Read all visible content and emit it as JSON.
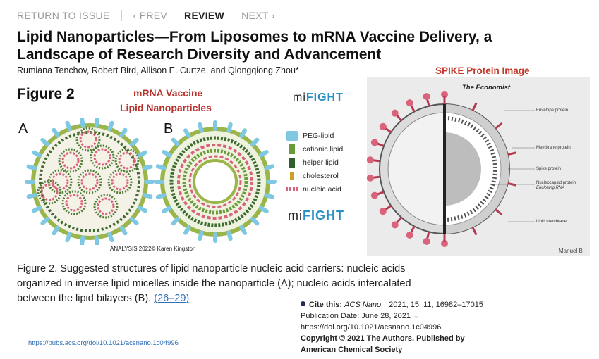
{
  "nav": {
    "return_label": "RETURN TO ISSUE",
    "prev_label": "PREV",
    "current_label": "REVIEW",
    "next_label": "NEXT"
  },
  "article": {
    "title": "Lipid Nanoparticles—From Liposomes to mRNA Vaccine Delivery, a Landscape of Research Diversity and Advancement",
    "authors": "Rumiana Tenchov, Robert Bird, Allison E. Curtze, and Qiongqiong Zhou",
    "author_mark": "*"
  },
  "figure": {
    "label": "Figure 2",
    "heading_line1": "mRNA Vaccine",
    "heading_line2": "Lipid Nanoparticles",
    "panel_a": "A",
    "panel_b": "B",
    "logo_mi": "MI",
    "logo_fight": "FIGHT",
    "credit": "ANALYSIS 2022© Karen Kingston",
    "legend": [
      {
        "label": "PEG-lipid",
        "color": "#7ec8e3"
      },
      {
        "label": "cationic lipid",
        "color": "#6a9a3a"
      },
      {
        "label": "helper lipid",
        "color": "#2f5f2f"
      },
      {
        "label": "cholesterol",
        "color": "#c9a227"
      },
      {
        "label": "nucleic acid",
        "color": "#d9637a"
      }
    ]
  },
  "spike": {
    "label": "SPIKE Protein Image",
    "source": "The Economist",
    "labels": [
      "Envelope protein",
      "Membrane protein",
      "Spike protein",
      "Nucleocapsid protein",
      "Enclosing RNA",
      "Lipid membrane"
    ],
    "artist": "Manuel B"
  },
  "caption": {
    "text": "Figure 2. Suggested structures of lipid nanoparticle nucleic acid carriers: nucleic acids organized in inverse lipid micelles inside the nanoparticle (A); nucleic acids intercalated between the lipid bilayers (B). ",
    "refs_link": "(26–29)"
  },
  "doi_url": "https://pubs.acs.org/doi/10.1021/acsnano.1c04996",
  "cite": {
    "label": "Cite this:",
    "journal": "ACS Nano",
    "details": "2021, 15, 11, 16982–17015",
    "pub_date": "Publication Date: June 28, 2021",
    "doi": "https://doi.org/10.1021/acsnano.1c04996",
    "copyright_line1": "Copyright © 2021 The Authors. Published by",
    "copyright_line2": "American Chemical Society"
  }
}
